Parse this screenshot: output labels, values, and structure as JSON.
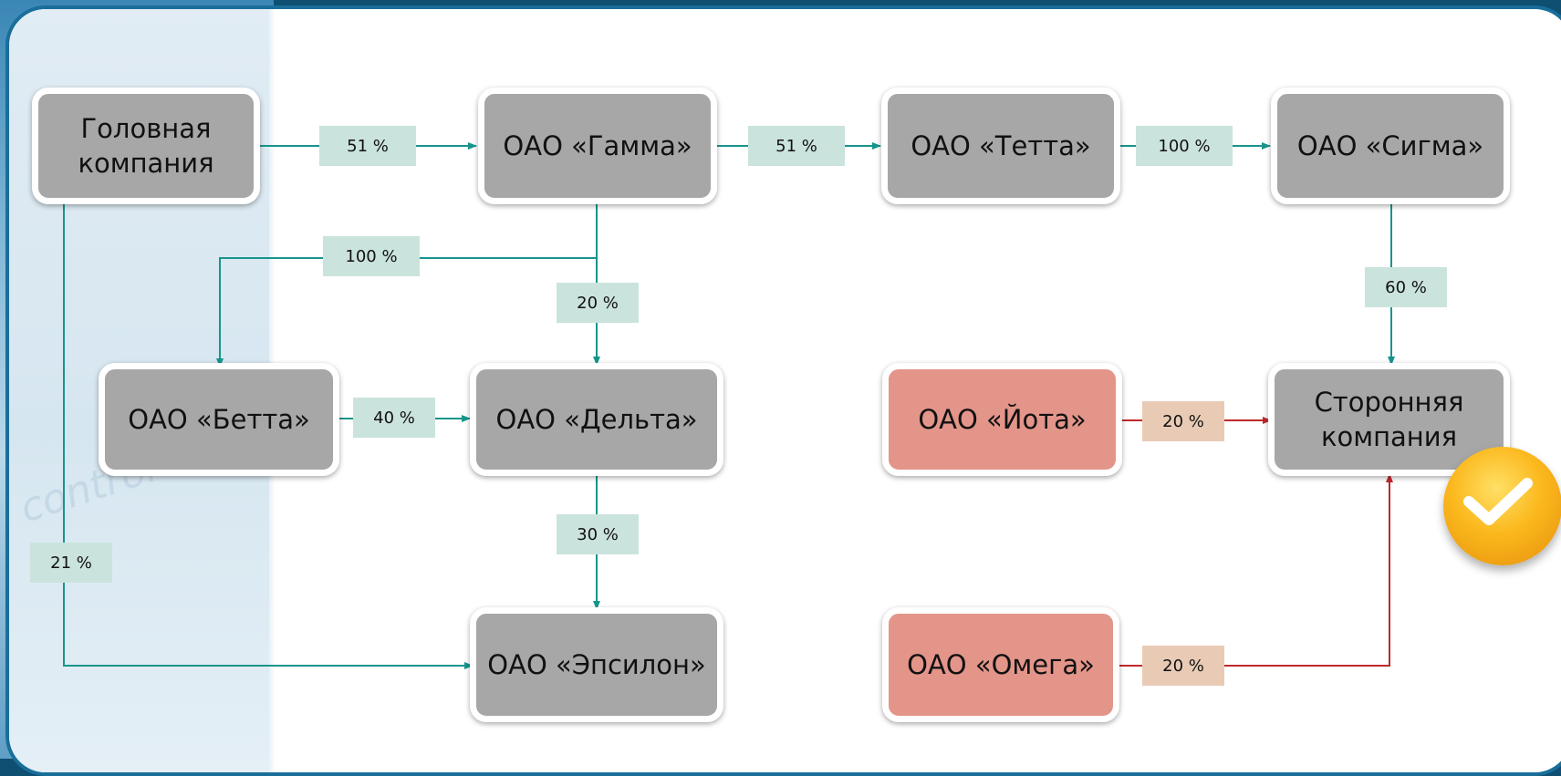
{
  "nodes": {
    "head": "Головная компания",
    "gamma": "ОАО «Гамма»",
    "tetta": "ОАО «Тетта»",
    "sigma": "ОАО «Сигма»",
    "betta": "ОАО «Бетта»",
    "delta": "ОАО «Дельта»",
    "iota": "ОАО «Йота»",
    "third_party": "Сторонняя компания",
    "epsilon": "ОАО «Эпсилон»",
    "omega": "ОАО «Омега»"
  },
  "edges": {
    "head_gamma": "51 %",
    "gamma_tetta": "51 %",
    "tetta_sigma": "100 %",
    "gamma_betta": "100 %",
    "gamma_delta": "20 %",
    "sigma_third": "60 %",
    "betta_delta": "40 %",
    "iota_third": "20 %",
    "delta_epsilon": "30 %",
    "head_epsilon": "21 %",
    "omega_third": "20 %"
  },
  "watermark": "control",
  "colors": {
    "teal_line": "#17958c",
    "red_line": "#c0282b",
    "node_gray": "#a7a7a7",
    "node_red": "#e3958a"
  }
}
